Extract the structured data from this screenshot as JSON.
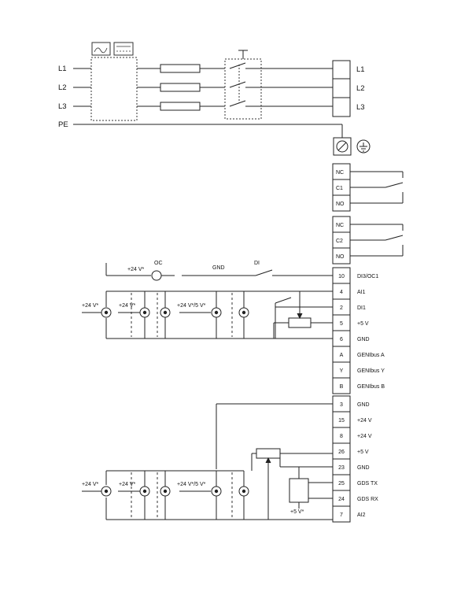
{
  "supply_lines": [
    "L1",
    "L2",
    "L3",
    "PE"
  ],
  "output_lines": [
    "L1",
    "L2",
    "L3"
  ],
  "relay1_terminals": [
    "NC",
    "C1",
    "NO"
  ],
  "relay2_terminals": [
    "NC",
    "C2",
    "NO"
  ],
  "block1_terminals": [
    {
      "num": "10",
      "label": "DI3/OC1"
    },
    {
      "num": "4",
      "label": "AI1"
    },
    {
      "num": "2",
      "label": "DI1"
    },
    {
      "num": "5",
      "label": "+5 V"
    },
    {
      "num": "6",
      "label": "GND"
    },
    {
      "num": "A",
      "label": "GENIbus A"
    },
    {
      "num": "Y",
      "label": "GENIbus Y"
    },
    {
      "num": "B",
      "label": "GENIbus B"
    }
  ],
  "block2_terminals": [
    {
      "num": "3",
      "label": "GND"
    },
    {
      "num": "15",
      "label": "+24 V"
    },
    {
      "num": "8",
      "label": "+24 V"
    },
    {
      "num": "26",
      "label": "+5 V"
    },
    {
      "num": "23",
      "label": "GND"
    },
    {
      "num": "25",
      "label": "GDS TX"
    },
    {
      "num": "24",
      "label": "GDS RX"
    },
    {
      "num": "7",
      "label": "AI2"
    }
  ],
  "annotations": {
    "oc_supply": "+24 V*",
    "oc": "OC",
    "gnd": "GND",
    "di": "DI",
    "v24": "+24 V*",
    "v24_5": "+24 V*/5 V*",
    "v5": "+5 V*"
  }
}
